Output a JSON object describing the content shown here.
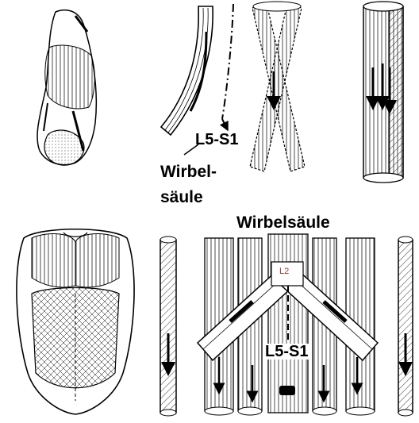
{
  "labels": {
    "l5_s1_top": "L5-S1",
    "wirbel_line1": "Wirbel-",
    "wirbel_line2": "säule",
    "wirbelsaeule": "Wirbelsäule",
    "l2": "L2",
    "l5_s1_bottom": "L5-S1"
  },
  "colors": {
    "ink": "#000000",
    "l2_label": "#a23b3b"
  }
}
